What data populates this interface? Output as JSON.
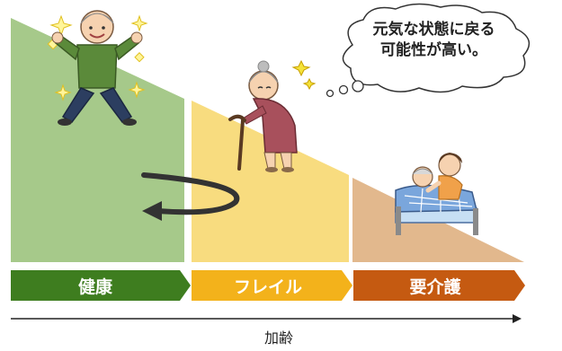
{
  "stages": [
    {
      "label": "健康",
      "color": "#a6c98a",
      "bar_color": "#3e7d1f",
      "text_color": "#ffffff"
    },
    {
      "label": "フレイル",
      "color": "#f8dc7f",
      "bar_color": "#f3b21b",
      "text_color": "#ffffff"
    },
    {
      "label": "要介護",
      "color": "#e2b88d",
      "bar_color": "#c55a11",
      "text_color": "#ffffff"
    }
  ],
  "bubble": {
    "line1": "元気な状態に戻る",
    "line2": "可能性が高い。"
  },
  "axis": {
    "label": "加齢"
  },
  "icons": {
    "healthy_figure": "energetic-elderly-man-icon",
    "frail_figure": "elderly-woman-with-cane-icon",
    "care_figure": "bedridden-elderly-with-caregiver-icon",
    "return_arrow": "curved-return-arrow-icon"
  }
}
